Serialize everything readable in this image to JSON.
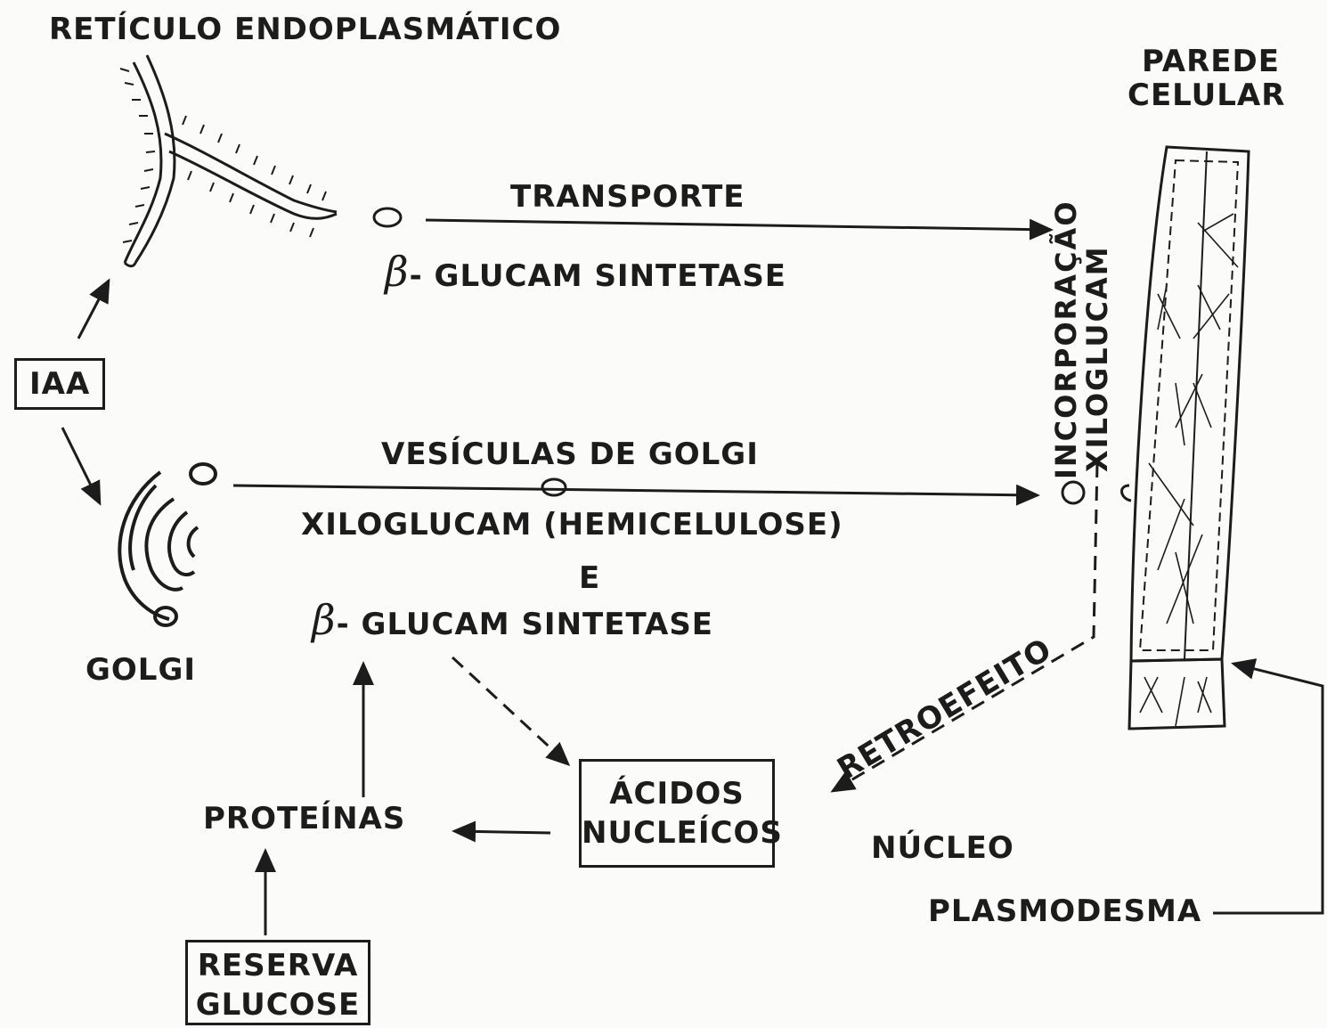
{
  "labels": {
    "reticulo": "RETÍCULO ENDOPLASMÁTICO",
    "parede_line1": "PAREDE",
    "parede_line2": "CELULAR",
    "transporte": "TRANSPORTE",
    "beta": "β",
    "glucam_sintetase_1": "- GLUCAM  SINTETASE",
    "incorporacao": "INCORPORAÇÃO",
    "xiloglucam": "XILOGLUCAM",
    "iaa": "IAA",
    "vesiculas": "VESÍCULAS DE GOLGI",
    "xiloglucam_hemi": "XILOGLUCAM (HEMICELULOSE)",
    "e": "E",
    "glucam_sintetase_2": "- GLUCAM  SINTETASE",
    "golgi": "GOLGI",
    "retroefeito": "RETROEFEITO",
    "acidos": "ÁCIDOS",
    "nucleicos": "NUCLEÍCOS",
    "proteinas": "PROTEÍNAS",
    "nucleo": "NÚCLEO",
    "plasmodesma": "PLASMODESMA",
    "reserva": "RESERVA",
    "glucose": "GLUCOSE"
  },
  "colors": {
    "ink": "#1c1c1c",
    "paper": "#fbfbfa"
  }
}
